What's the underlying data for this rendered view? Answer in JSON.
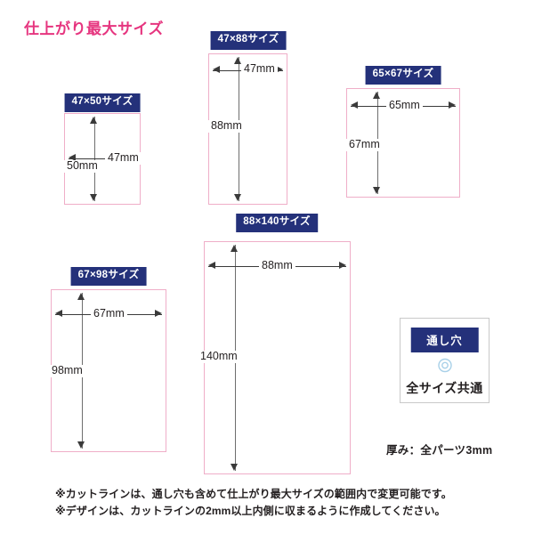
{
  "title": "仕上がり最大サイズ",
  "title_color": "#e6357f",
  "badge_color": "#24317a",
  "rect_border_color": "#efaec8",
  "sizes": [
    {
      "badge": "47×50サイズ",
      "width_label": "47mm",
      "height_label": "50mm",
      "width_mm": 47,
      "height_mm": 50
    },
    {
      "badge": "47×88サイズ",
      "width_label": "47mm",
      "height_label": "88mm",
      "width_mm": 47,
      "height_mm": 88
    },
    {
      "badge": "65×67サイズ",
      "width_label": "65mm",
      "height_label": "67mm",
      "width_mm": 65,
      "height_mm": 67
    },
    {
      "badge": "67×98サイズ",
      "width_label": "67mm",
      "height_label": "98mm",
      "width_mm": 67,
      "height_mm": 98
    },
    {
      "badge": "88×140サイズ",
      "width_label": "88mm",
      "height_label": "140mm",
      "width_mm": 88,
      "height_mm": 140
    }
  ],
  "hole": {
    "badge": "通し穴",
    "caption": "全サイズ共通",
    "icon": "ring-hole-icon",
    "icon_color": "#a8d0e8"
  },
  "thickness_note": "厚み：全パーツ3mm",
  "footer_notes": [
    "※カットラインは、通し穴も含めて仕上がり最大サイズの範囲内で変更可能です。",
    "※デザインは、カットラインの2mm以上内側に収まるように作成してください。"
  ]
}
